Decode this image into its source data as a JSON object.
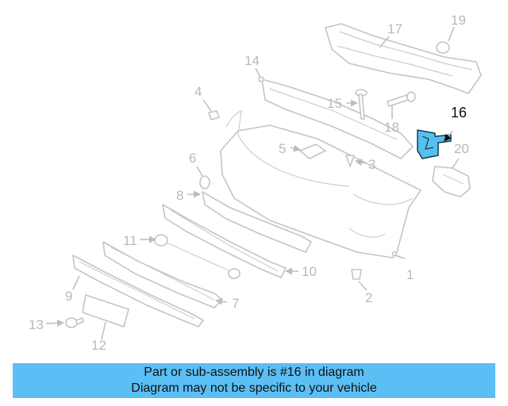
{
  "diagram": {
    "highlight_color": "#55bff0",
    "callouts": [
      "1",
      "2",
      "3",
      "4",
      "5",
      "6",
      "7",
      "8",
      "9",
      "10",
      "11",
      "12",
      "13",
      "14",
      "15",
      "16",
      "17",
      "18",
      "19",
      "20"
    ],
    "highlighted": "16"
  },
  "banner": {
    "line1": "Part or sub-assembly is #16 in diagram",
    "line2": "Diagram may not be specific to your vehicle",
    "color": "#5bbff5"
  }
}
